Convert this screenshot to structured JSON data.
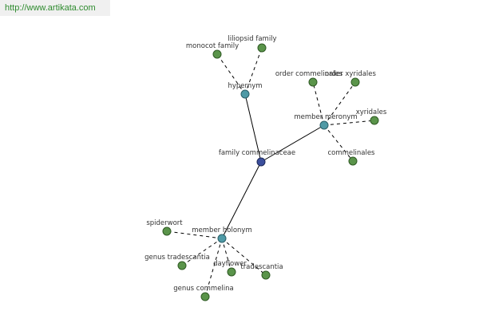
{
  "watermark": "http://www.artikata.com",
  "nodes": {
    "root": "family commelinaceae",
    "hypernym": "hypernym",
    "member_meronym": "member meronym",
    "member_holonym": "member holonym",
    "monocot_family": "monocot family",
    "liliopsid_family": "liliopsid family",
    "order_commelinales": "order commelinales",
    "order_xyridales": "order xyridales",
    "xyridales": "xyridales",
    "commelinales": "commelinales",
    "spiderwort": "spiderwort",
    "genus_tradescantia": "genus tradescantia",
    "dayflower": "dayflower",
    "tradescantia": "tradescantia",
    "genus_commelina": "genus commelina"
  },
  "colors": {
    "leaf": "#5a944a",
    "relation": "#4f9aa6",
    "root": "#3b4e9c",
    "watermark_text": "#2e8b2e"
  }
}
